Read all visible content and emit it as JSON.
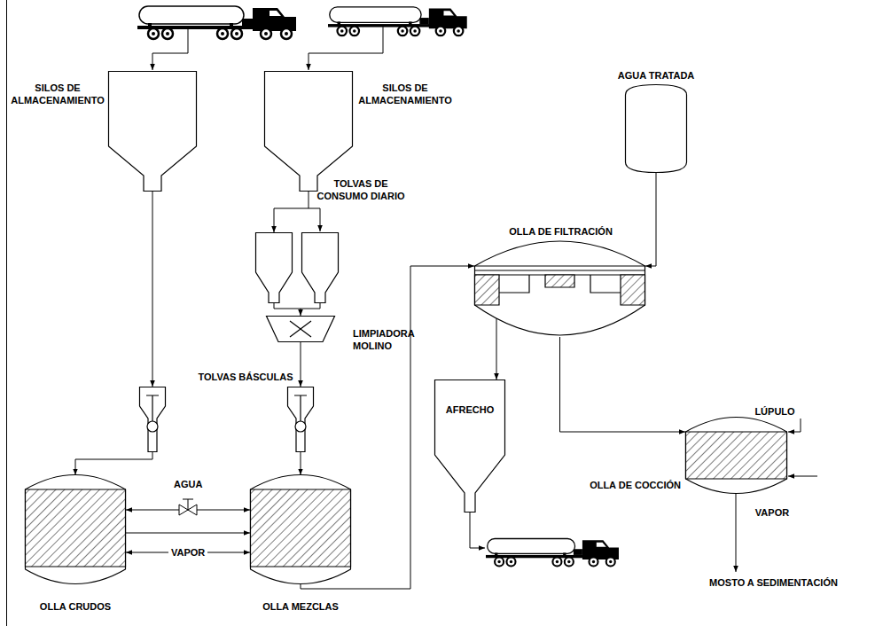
{
  "diagram": {
    "nodes": [
      {
        "text": [
          "SILOS DE ALMACENAMIENTO"
        ]
      },
      {
        "text": [
          "SILOS DE ALMACENAMIENTO"
        ]
      },
      {
        "text": [
          "AGUA TRATADA"
        ]
      },
      {
        "text": [
          "TOLVAS DE CONSUMO DIARIO"
        ]
      },
      {
        "text": [
          "OLLA DE FILTRACIÓN"
        ]
      },
      {
        "text": [
          "LIMPIADORA MOLINO"
        ]
      },
      {
        "text": [
          "TOLVAS BÁSCULAS"
        ]
      },
      {
        "text": [
          "AFRECHO"
        ]
      },
      {
        "text": [
          "OLLA DE COCCIÓN"
        ]
      },
      {
        "text": [
          "OLLA CRUDOS"
        ]
      },
      {
        "text": [
          "OLLA MEZCLAS"
        ]
      }
    ],
    "edges": [
      {
        "from": 0,
        "to": 6,
        "arrow": "to"
      },
      {
        "from": 1,
        "to": 3,
        "arrow": "to"
      },
      {
        "from": 3,
        "to": 5,
        "arrow": "to"
      },
      {
        "from": 5,
        "to": 6,
        "arrow": "to"
      },
      {
        "from": 6,
        "to": 9,
        "arrow": "to"
      },
      {
        "from": 6,
        "to": 10,
        "arrow": "to"
      },
      {
        "from": 9,
        "to": 10,
        "arrow": "both",
        "label": "AGUA"
      },
      {
        "from": 9,
        "to": 10,
        "arrow": "to"
      },
      {
        "from": 9,
        "to": 10,
        "arrow": "both",
        "label": "VAPOR"
      },
      {
        "from": 10,
        "to": 4,
        "arrow": "to"
      },
      {
        "from": 2,
        "to": 4,
        "arrow": "to"
      },
      {
        "from": 4,
        "to": 7,
        "arrow": "to"
      },
      {
        "from": 4,
        "to": 8,
        "arrow": "to"
      }
    ],
    "labels": [
      "LÚPULO",
      "VAPOR",
      "MOSTO A SEDIMENTACIÓN"
    ]
  }
}
